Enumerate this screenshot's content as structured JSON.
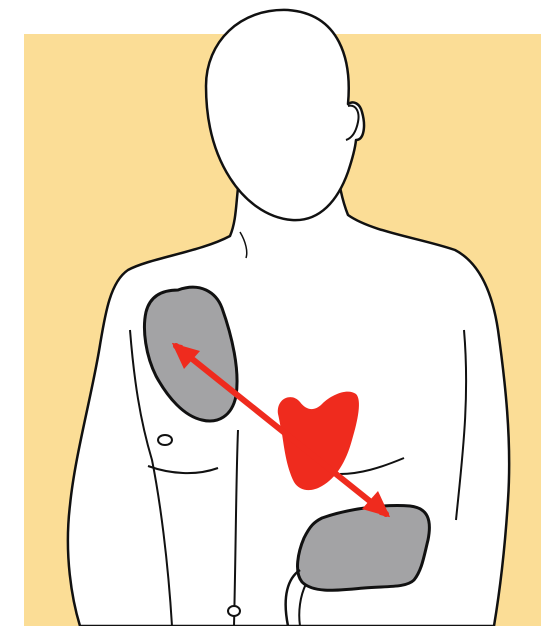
{
  "colors": {
    "backdrop": "#fbdd96",
    "body_fill": "#ffffff",
    "outline": "#111111",
    "pad_fill": "#a3a3a5",
    "heart": "#ef2b1e",
    "arrow": "#ef2b1e"
  },
  "elements": {
    "torso": "human-torso-outline",
    "pad_upper": "upper-right-chest-pad",
    "pad_lower": "lower-left-side-pad",
    "heart": "heart-shape",
    "arrow": "double-headed-current-arrow"
  }
}
